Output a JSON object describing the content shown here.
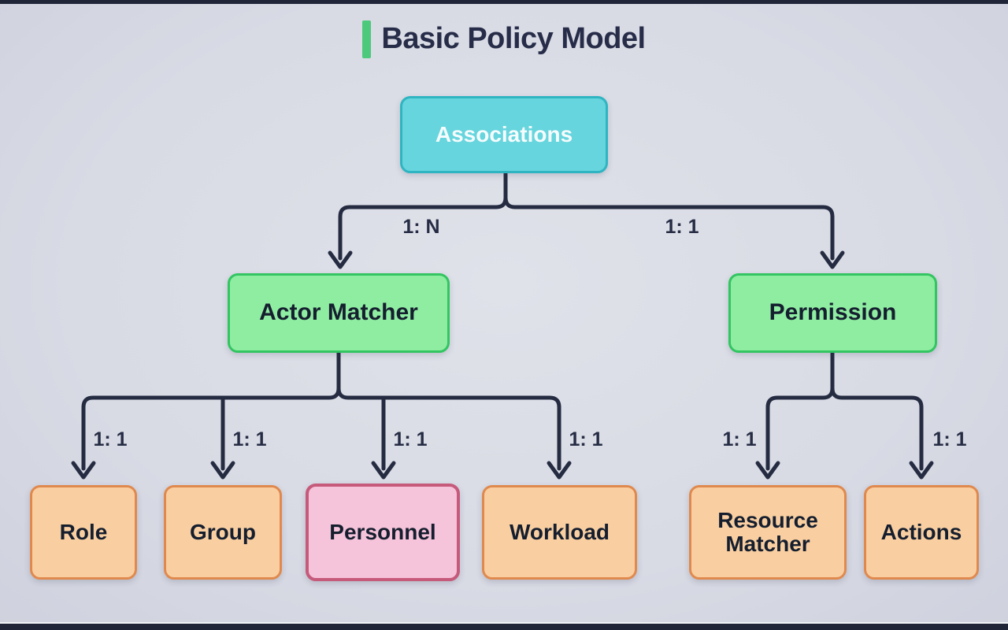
{
  "title": "Basic Policy Model",
  "nodes": {
    "associations": {
      "label": "Associations"
    },
    "actor_matcher": {
      "label": "Actor Matcher"
    },
    "permission": {
      "label": "Permission"
    },
    "role": {
      "label": "Role"
    },
    "group": {
      "label": "Group"
    },
    "personnel": {
      "label": "Personnel"
    },
    "workload": {
      "label": "Workload"
    },
    "resource_matcher": {
      "label": "Resource Matcher"
    },
    "actions": {
      "label": "Actions"
    }
  },
  "edges": {
    "associations_to_actor_matcher": {
      "label": "1: N"
    },
    "associations_to_permission": {
      "label": "1: 1"
    },
    "actor_matcher_to_role": {
      "label": "1: 1"
    },
    "actor_matcher_to_group": {
      "label": "1: 1"
    },
    "actor_matcher_to_personnel": {
      "label": "1: 1"
    },
    "actor_matcher_to_workload": {
      "label": "1: 1"
    },
    "permission_to_resource_matcher": {
      "label": "1: 1"
    },
    "permission_to_actions": {
      "label": "1: 1"
    }
  },
  "colors": {
    "background": "#d9dbe5",
    "frame_bar": "#202638",
    "connector": "#252c42",
    "title_text": "#272d49",
    "title_accent": "#4dc97c",
    "teal_fill": "#66d5dd",
    "teal_border": "#2fb5c1",
    "green_fill": "#8feda2",
    "green_border": "#32c561",
    "orange_fill": "#f9cfa1",
    "orange_border": "#e0894e",
    "pink_fill": "#f5c3da",
    "pink_border": "#c65a7b"
  }
}
